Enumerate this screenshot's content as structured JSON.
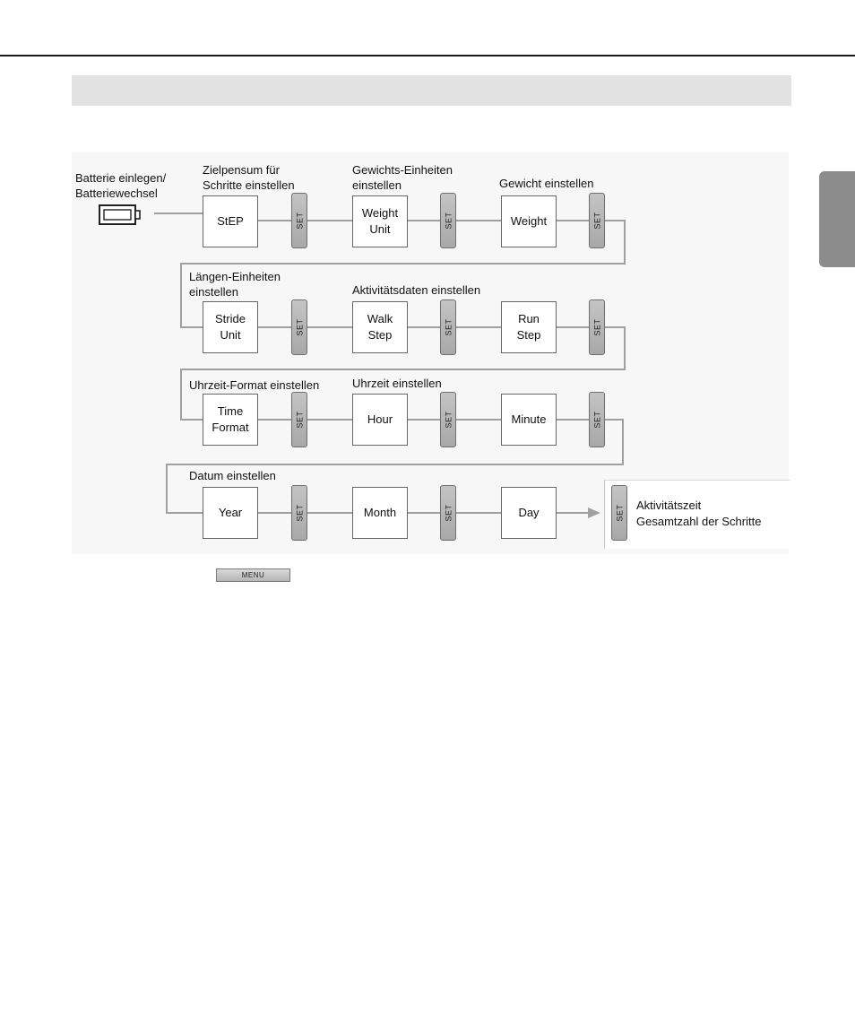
{
  "diagram": {
    "start_label": "Batterie einlegen/\nBatteriewechsel",
    "rows": [
      {
        "steps": [
          {
            "heading": "Zielpensum für\nSchritte einstellen",
            "box": "StEP"
          },
          {
            "heading": "Gewichts-Einheiten\neinstellen",
            "box": "Weight\nUnit"
          },
          {
            "heading": "Gewicht einstellen",
            "box": "Weight"
          }
        ]
      },
      {
        "headings": [
          "Längen-Einheiten\neinstellen",
          "Aktivitätsdaten einstellen"
        ],
        "boxes": [
          "Stride\nUnit",
          "Walk\nStep",
          "Run\nStep"
        ]
      },
      {
        "headings": [
          "Uhrzeit-Format einstellen",
          "Uhrzeit einstellen"
        ],
        "boxes": [
          "Time\nFormat",
          "Hour",
          "Minute"
        ]
      },
      {
        "headings": [
          "Datum einstellen"
        ],
        "boxes": [
          "Year",
          "Month",
          "Day"
        ]
      }
    ],
    "set_button_label": "SET",
    "result_text": "Aktivitätszeit\nGesamtzahl der Schritte",
    "menu_button_label": "MENU"
  },
  "colors": {
    "header_bar": "#e2e2e2",
    "side_tab": "#8c8c8c",
    "button_gray": "#b0b0b0",
    "line_gray": "#a0a0a0"
  }
}
